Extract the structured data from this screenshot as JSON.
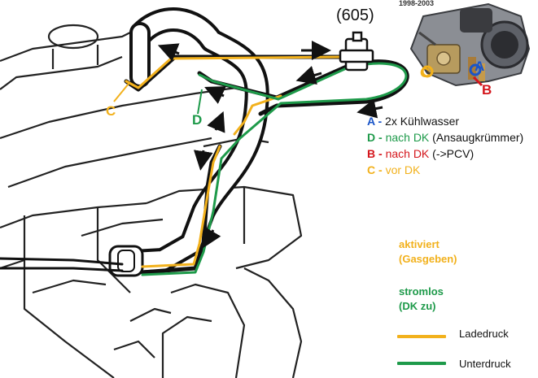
{
  "header": {
    "part_number": "(605)",
    "year_range": "1998-2003"
  },
  "callouts": {
    "c_left": "C",
    "d_left": "D",
    "a_right": "A",
    "b_right": "B",
    "c_right": "C"
  },
  "legend": [
    {
      "code": "A",
      "sep": " - ",
      "text": "2x Kühlwasser",
      "code_color": "#1a55c8",
      "text_color": "#111111",
      "extra": ""
    },
    {
      "code": "D",
      "sep": " - ",
      "text": "nach DK",
      "code_color": "#1e9a4a",
      "text_color": "#1e9a4a",
      "extra": " (Ansaugkrümmer)"
    },
    {
      "code": "B",
      "sep": " - ",
      "text": "nach DK",
      "code_color": "#d4161c",
      "text_color": "#d4161c",
      "extra": " (->PCV)"
    },
    {
      "code": "C",
      "sep": " - ",
      "text": "vor DK",
      "code_color": "#f2b11c",
      "text_color": "#f2b11c",
      "extra": ""
    }
  ],
  "status": {
    "activated_line1": "aktiviert",
    "activated_line2": "(Gasgeben)",
    "unpowered_line1": "stromlos",
    "unpowered_line2": "(DK zu)"
  },
  "line_key": {
    "boost_label": "Ladedruck",
    "vacuum_label": "Unterdruck"
  },
  "colors": {
    "boost": "#f2b11c",
    "vacuum": "#1e9a4a",
    "outline": "#111111",
    "a_blue": "#1a55c8",
    "b_red": "#d4161c"
  }
}
